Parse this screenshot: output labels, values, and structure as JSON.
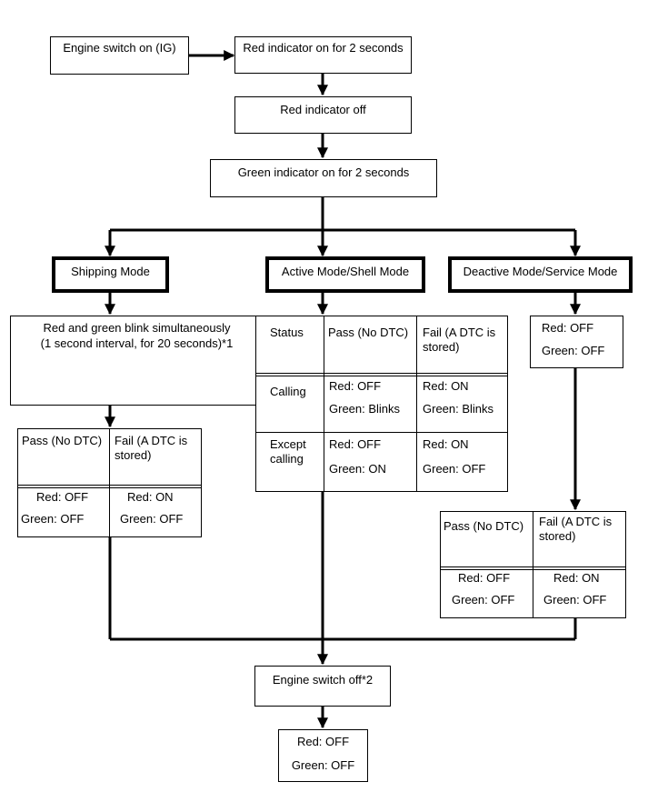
{
  "start": {
    "label": "Engine switch on (IG)"
  },
  "step_red_on": {
    "label": "Red indicator on for 2 seconds"
  },
  "step_red_off": {
    "label": "Red indicator off"
  },
  "step_green_on": {
    "label": "Green indicator on for 2 seconds"
  },
  "modes": {
    "shipping": "Shipping Mode",
    "active": "Active Mode/Shell Mode",
    "deactive": "Deactive Mode/Service Mode"
  },
  "shipping_blink": {
    "line1": "Red and green blink simultaneously",
    "line2": "(1 second interval, for 20 seconds)*1"
  },
  "shipping_table": {
    "pass_header": "Pass (No DTC)",
    "fail_header": "Fail (A DTC is stored)",
    "pass_red": "Red: OFF",
    "pass_green": "Green: OFF",
    "fail_red": "Red: ON",
    "fail_green": "Green: OFF"
  },
  "active_table": {
    "status_header": "Status",
    "pass_header": "Pass (No DTC)",
    "fail_header": "Fail (A DTC is stored)",
    "calling_label": "Calling",
    "calling_pass_red": "Red: OFF",
    "calling_pass_green": "Green: Blinks",
    "calling_fail_red": "Red: ON",
    "calling_fail_green": "Green: Blinks",
    "except_label": "Except calling",
    "except_pass_red": "Red: OFF",
    "except_pass_green": "Green: ON",
    "except_fail_red": "Red: ON",
    "except_fail_green": "Green: OFF"
  },
  "deactive_status": {
    "red": "Red: OFF",
    "green": "Green: OFF"
  },
  "deactive_table": {
    "pass_header": "Pass (No DTC)",
    "fail_header": "Fail (A DTC is stored)",
    "pass_red": "Red: OFF",
    "pass_green": "Green: OFF",
    "fail_red": "Red: ON",
    "fail_green": "Green: OFF"
  },
  "end": {
    "label": "Engine switch off*2"
  },
  "final_status": {
    "red": "Red: OFF",
    "green": "Green: OFF"
  }
}
